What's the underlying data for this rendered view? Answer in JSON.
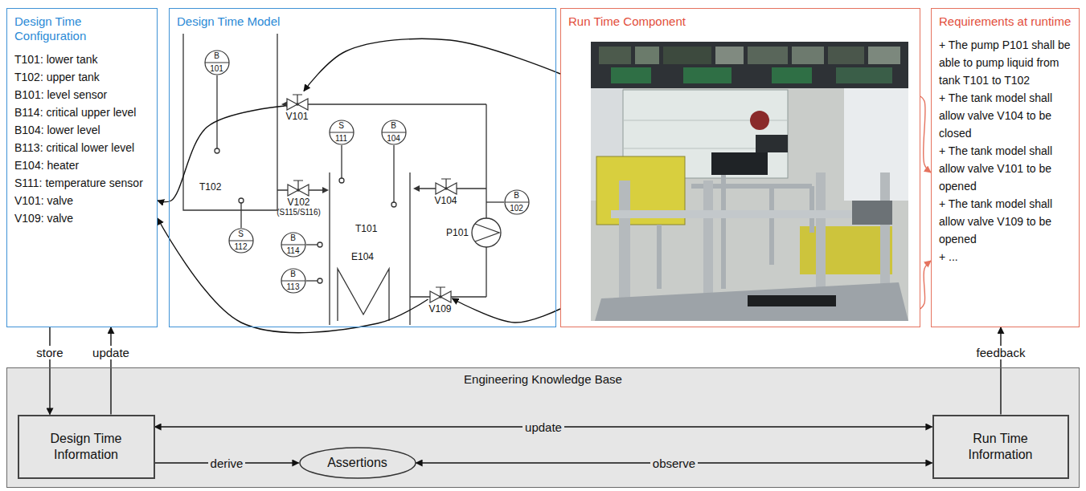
{
  "diagram": {
    "nodes": [
      {
        "text": [
          "Design Time Configuration",
          "T101: lower tank",
          "T102: upper tank",
          "B101: level sensor",
          "B114: critical upper level",
          "B104: lower level",
          "B113: critical lower level",
          "E104: heater",
          "S111: temperature sensor",
          "V101: valve",
          "V109: valve"
        ]
      },
      {
        "text": [
          "Design Time Model"
        ]
      },
      {
        "text": [
          "B",
          "101"
        ],
        "in": 1
      },
      {
        "text": [
          "V101"
        ],
        "in": 1
      },
      {
        "text": [
          "S",
          "111"
        ],
        "in": 1
      },
      {
        "text": [
          "B",
          "104"
        ],
        "in": 1
      },
      {
        "text": [
          "V102",
          "(S115/S116)"
        ],
        "in": 1
      },
      {
        "text": [
          "V104"
        ],
        "in": 1
      },
      {
        "text": [
          "B",
          "102"
        ],
        "in": 1
      },
      {
        "text": [
          "S",
          "112"
        ],
        "in": 1
      },
      {
        "text": [
          "B",
          "114"
        ],
        "in": 1
      },
      {
        "text": [
          "B",
          "113"
        ],
        "in": 1
      },
      {
        "text": [
          "V109"
        ],
        "in": 1
      },
      {
        "text": [
          "Run Time Component"
        ]
      },
      {
        "text": [
          "Requirements at runtime",
          "+ The pump P101 shall be able to pump liquid from tank T101 to T102",
          "+ The tank model shall allow valve V104 to be closed",
          "+ The tank model shall allow valve V101 to be opened",
          "+ The tank model shall allow valve V109 to be opened",
          "+ ..."
        ]
      },
      {
        "text": [
          "Engineering Knowledge Base"
        ]
      },
      {
        "text": [
          "Design Time Information"
        ],
        "in": 15
      },
      {
        "text": [
          "Assertions"
        ],
        "in": 15
      },
      {
        "text": [
          "Run Time Information"
        ],
        "in": 15
      }
    ],
    "edges": [
      {
        "from": 13,
        "to": 3,
        "arrow": "to"
      },
      {
        "from": 3,
        "to": 0,
        "arrow": "to"
      },
      {
        "from": 12,
        "to": 0,
        "arrow": "to"
      },
      {
        "from": 13,
        "to": 12,
        "arrow": "to"
      },
      {
        "from": 13,
        "to": 14,
        "arrow": "to"
      },
      {
        "from": 13,
        "to": 14,
        "arrow": "to"
      },
      {
        "from": 0,
        "to": 16,
        "label": "store",
        "arrow": "to"
      },
      {
        "from": 16,
        "to": 0,
        "label": "update",
        "arrow": "to"
      },
      {
        "from": 16,
        "to": 18,
        "label": "update",
        "arrow": "both"
      },
      {
        "from": 16,
        "to": 17,
        "label": "derive",
        "arrow": "to"
      },
      {
        "from": 17,
        "to": 18,
        "label": "observe",
        "arrow": "both"
      },
      {
        "from": 18,
        "to": 14,
        "label": "feedback",
        "arrow": "to"
      }
    ],
    "labels": [
      "T102",
      "T101",
      "P101",
      "E104"
    ]
  }
}
